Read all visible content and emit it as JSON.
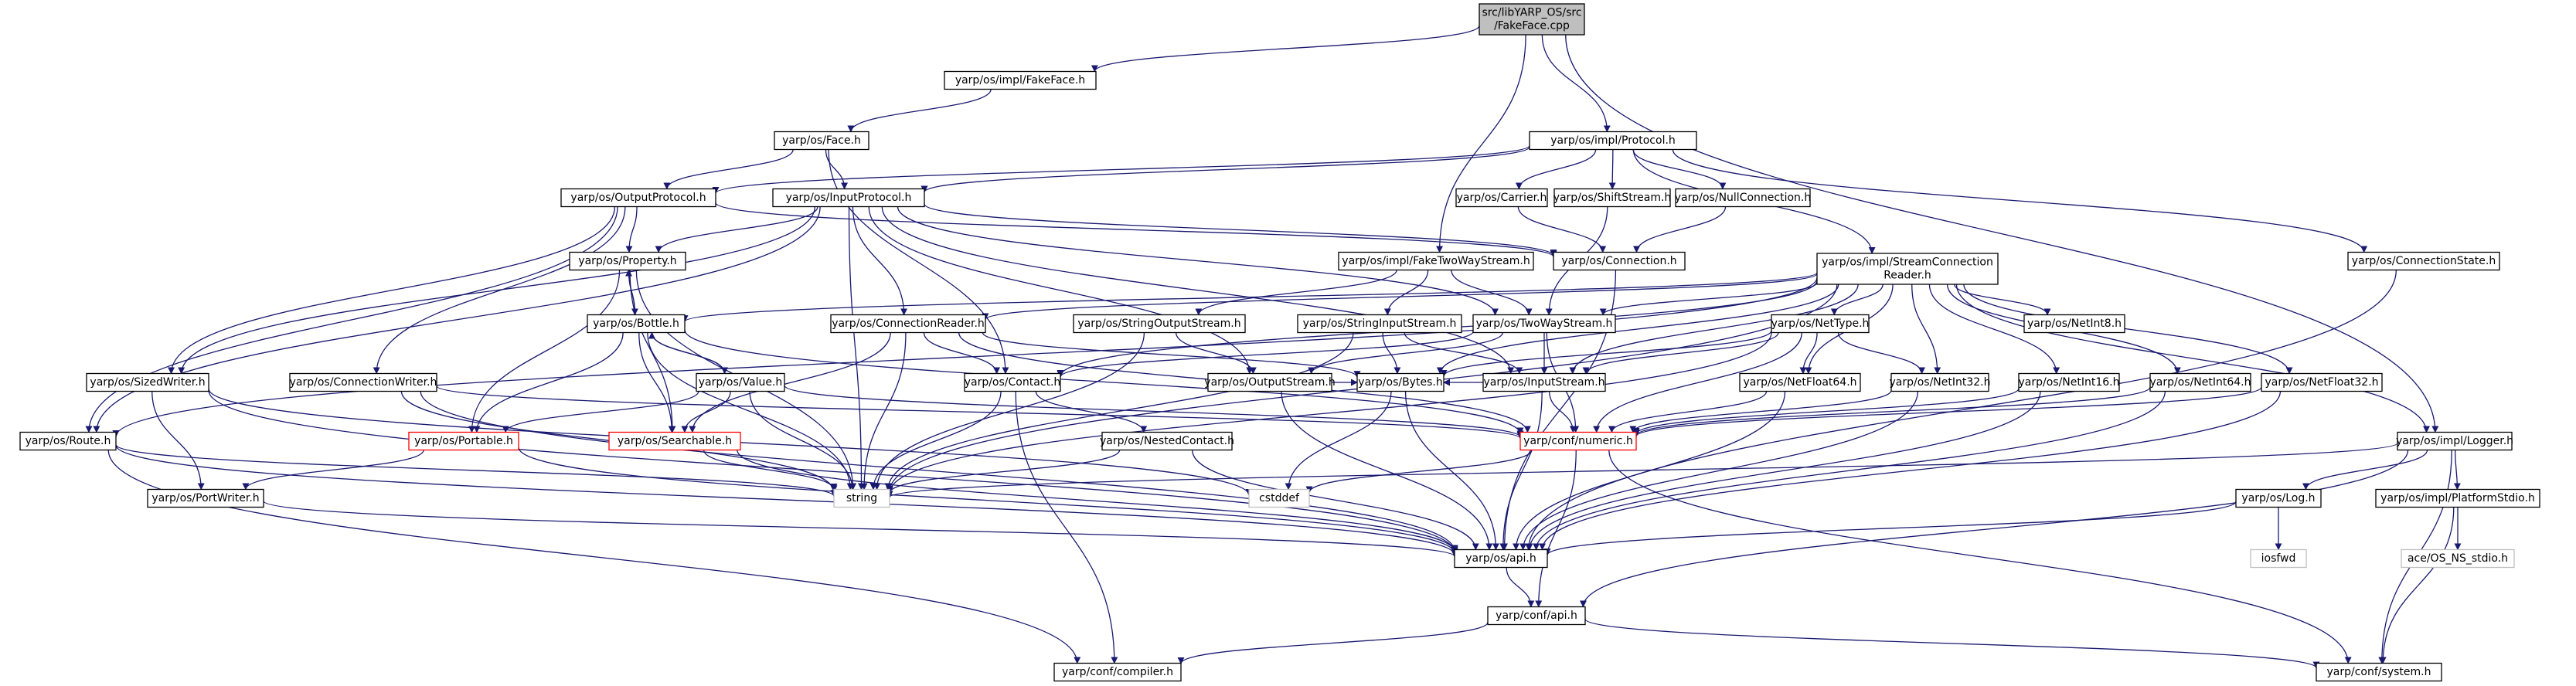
{
  "graph": {
    "edge_color": "#191970",
    "root_fill": "#bfbfbf",
    "nodes": [
      {
        "id": "root",
        "lines": [
          "src/libYARP_OS/src",
          "/FakeFace.cpp"
        ],
        "style": "root"
      },
      {
        "id": "fakeface",
        "lines": [
          "yarp/os/impl/FakeFace.h"
        ],
        "style": "normal"
      },
      {
        "id": "face",
        "lines": [
          "yarp/os/Face.h"
        ],
        "style": "normal"
      },
      {
        "id": "protocol",
        "lines": [
          "yarp/os/impl/Protocol.h"
        ],
        "style": "normal"
      },
      {
        "id": "outputprotocol",
        "lines": [
          "yarp/os/OutputProtocol.h"
        ],
        "style": "normal"
      },
      {
        "id": "inputprotocol",
        "lines": [
          "yarp/os/InputProtocol.h"
        ],
        "style": "normal"
      },
      {
        "id": "carrier",
        "lines": [
          "yarp/os/Carrier.h"
        ],
        "style": "normal"
      },
      {
        "id": "shiftstream",
        "lines": [
          "yarp/os/ShiftStream.h"
        ],
        "style": "normal"
      },
      {
        "id": "nullconnection",
        "lines": [
          "yarp/os/NullConnection.h"
        ],
        "style": "normal"
      },
      {
        "id": "connection",
        "lines": [
          "yarp/os/Connection.h"
        ],
        "style": "normal"
      },
      {
        "id": "property",
        "lines": [
          "yarp/os/Property.h"
        ],
        "style": "normal"
      },
      {
        "id": "faketwoway",
        "lines": [
          "yarp/os/impl/FakeTwoWayStream.h"
        ],
        "style": "normal"
      },
      {
        "id": "streamconnreader",
        "lines": [
          "yarp/os/impl/StreamConnection",
          "Reader.h"
        ],
        "style": "normal"
      },
      {
        "id": "connectionstate",
        "lines": [
          "yarp/os/ConnectionState.h"
        ],
        "style": "normal"
      },
      {
        "id": "bottle",
        "lines": [
          "yarp/os/Bottle.h"
        ],
        "style": "normal"
      },
      {
        "id": "connectionreader",
        "lines": [
          "yarp/os/ConnectionReader.h"
        ],
        "style": "normal"
      },
      {
        "id": "stringoutputstream",
        "lines": [
          "yarp/os/StringOutputStream.h"
        ],
        "style": "normal"
      },
      {
        "id": "stringinputstream",
        "lines": [
          "yarp/os/StringInputStream.h"
        ],
        "style": "normal"
      },
      {
        "id": "twowaystream",
        "lines": [
          "yarp/os/TwoWayStream.h"
        ],
        "style": "normal"
      },
      {
        "id": "nettype",
        "lines": [
          "yarp/os/NetType.h"
        ],
        "style": "normal"
      },
      {
        "id": "netint8",
        "lines": [
          "yarp/os/NetInt8.h"
        ],
        "style": "normal"
      },
      {
        "id": "sizedwriter",
        "lines": [
          "yarp/os/SizedWriter.h"
        ],
        "style": "normal"
      },
      {
        "id": "connectionwriter",
        "lines": [
          "yarp/os/ConnectionWriter.h"
        ],
        "style": "normal"
      },
      {
        "id": "value",
        "lines": [
          "yarp/os/Value.h"
        ],
        "style": "normal"
      },
      {
        "id": "contact",
        "lines": [
          "yarp/os/Contact.h"
        ],
        "style": "normal"
      },
      {
        "id": "outputstream",
        "lines": [
          "yarp/os/OutputStream.h"
        ],
        "style": "normal"
      },
      {
        "id": "bytes",
        "lines": [
          "yarp/os/Bytes.h"
        ],
        "style": "normal"
      },
      {
        "id": "inputstream",
        "lines": [
          "yarp/os/InputStream.h"
        ],
        "style": "normal"
      },
      {
        "id": "netfloat64",
        "lines": [
          "yarp/os/NetFloat64.h"
        ],
        "style": "normal"
      },
      {
        "id": "netint32",
        "lines": [
          "yarp/os/NetInt32.h"
        ],
        "style": "normal"
      },
      {
        "id": "netint16",
        "lines": [
          "yarp/os/NetInt16.h"
        ],
        "style": "normal"
      },
      {
        "id": "netint64",
        "lines": [
          "yarp/os/NetInt64.h"
        ],
        "style": "normal"
      },
      {
        "id": "netfloat32",
        "lines": [
          "yarp/os/NetFloat32.h"
        ],
        "style": "normal"
      },
      {
        "id": "route",
        "lines": [
          "yarp/os/Route.h"
        ],
        "style": "normal"
      },
      {
        "id": "portable",
        "lines": [
          "yarp/os/Portable.h"
        ],
        "style": "red"
      },
      {
        "id": "searchable",
        "lines": [
          "yarp/os/Searchable.h"
        ],
        "style": "red"
      },
      {
        "id": "nestedcontact",
        "lines": [
          "yarp/os/NestedContact.h"
        ],
        "style": "normal"
      },
      {
        "id": "confnumeric",
        "lines": [
          "yarp/conf/numeric.h"
        ],
        "style": "red"
      },
      {
        "id": "logger",
        "lines": [
          "yarp/os/impl/Logger.h"
        ],
        "style": "normal"
      },
      {
        "id": "portwriter",
        "lines": [
          "yarp/os/PortWriter.h"
        ],
        "style": "normal"
      },
      {
        "id": "string",
        "lines": [
          "string"
        ],
        "style": "gray"
      },
      {
        "id": "cstddef",
        "lines": [
          "cstddef"
        ],
        "style": "gray"
      },
      {
        "id": "log",
        "lines": [
          "yarp/os/Log.h"
        ],
        "style": "normal"
      },
      {
        "id": "platformstdio",
        "lines": [
          "yarp/os/impl/PlatformStdio.h"
        ],
        "style": "normal"
      },
      {
        "id": "api",
        "lines": [
          "yarp/os/api.h"
        ],
        "style": "normal"
      },
      {
        "id": "iosfwd",
        "lines": [
          "iosfwd"
        ],
        "style": "gray"
      },
      {
        "id": "acestdio",
        "lines": [
          "ace/OS_NS_stdio.h"
        ],
        "style": "gray"
      },
      {
        "id": "confapi",
        "lines": [
          "yarp/conf/api.h"
        ],
        "style": "normal"
      },
      {
        "id": "confcompiler",
        "lines": [
          "yarp/conf/compiler.h"
        ],
        "style": "normal"
      },
      {
        "id": "confsystem",
        "lines": [
          "yarp/conf/system.h"
        ],
        "style": "normal"
      }
    ],
    "edges": [
      [
        "root",
        "fakeface"
      ],
      [
        "root",
        "faketwoway"
      ],
      [
        "root",
        "protocol"
      ],
      [
        "root",
        "logger"
      ],
      [
        "fakeface",
        "face"
      ],
      [
        "face",
        "outputprotocol"
      ],
      [
        "face",
        "inputprotocol"
      ],
      [
        "face",
        "contact"
      ],
      [
        "protocol",
        "outputprotocol"
      ],
      [
        "protocol",
        "inputprotocol"
      ],
      [
        "protocol",
        "carrier"
      ],
      [
        "protocol",
        "shiftstream"
      ],
      [
        "protocol",
        "nullconnection"
      ],
      [
        "protocol",
        "streamconnreader"
      ],
      [
        "protocol",
        "connectionstate"
      ],
      [
        "outputprotocol",
        "connection"
      ],
      [
        "outputprotocol",
        "property"
      ],
      [
        "outputprotocol",
        "sizedwriter"
      ],
      [
        "outputprotocol",
        "connectionwriter"
      ],
      [
        "outputprotocol",
        "route"
      ],
      [
        "inputprotocol",
        "connection"
      ],
      [
        "inputprotocol",
        "property"
      ],
      [
        "inputprotocol",
        "connectionreader"
      ],
      [
        "inputprotocol",
        "sizedwriter"
      ],
      [
        "inputprotocol",
        "route"
      ],
      [
        "inputprotocol",
        "string"
      ],
      [
        "inputprotocol",
        "inputstream"
      ],
      [
        "inputprotocol",
        "outputstream"
      ],
      [
        "inputprotocol",
        "twowaystream"
      ],
      [
        "carrier",
        "connection"
      ],
      [
        "shiftstream",
        "twowaystream"
      ],
      [
        "nullconnection",
        "connection"
      ],
      [
        "connection",
        "api"
      ],
      [
        "property",
        "bottle"
      ],
      [
        "property",
        "portable"
      ],
      [
        "property",
        "searchable"
      ],
      [
        "property",
        "string"
      ],
      [
        "faketwoway",
        "twowaystream"
      ],
      [
        "faketwoway",
        "stringoutputstream"
      ],
      [
        "faketwoway",
        "stringinputstream"
      ],
      [
        "streamconnreader",
        "connectionreader"
      ],
      [
        "streamconnreader",
        "bottle"
      ],
      [
        "streamconnreader",
        "route"
      ],
      [
        "streamconnreader",
        "twowaystream"
      ],
      [
        "streamconnreader",
        "nettype"
      ],
      [
        "streamconnreader",
        "netint8"
      ],
      [
        "streamconnreader",
        "netint16"
      ],
      [
        "streamconnreader",
        "netint32"
      ],
      [
        "streamconnreader",
        "netint64"
      ],
      [
        "streamconnreader",
        "netfloat32"
      ],
      [
        "streamconnreader",
        "netfloat64"
      ],
      [
        "streamconnreader",
        "logger"
      ],
      [
        "streamconnreader",
        "bytes"
      ],
      [
        "streamconnreader",
        "inputstream"
      ],
      [
        "streamconnreader",
        "string"
      ],
      [
        "streamconnreader",
        "contact"
      ],
      [
        "connectionstate",
        "api"
      ],
      [
        "bottle",
        "property"
      ],
      [
        "bottle",
        "value"
      ],
      [
        "bottle",
        "portable"
      ],
      [
        "bottle",
        "searchable"
      ],
      [
        "bottle",
        "string"
      ],
      [
        "bottle",
        "confnumeric"
      ],
      [
        "connectionreader",
        "contact"
      ],
      [
        "connectionreader",
        "bytes"
      ],
      [
        "connectionreader",
        "searchable"
      ],
      [
        "connectionreader",
        "string"
      ],
      [
        "connectionreader",
        "confnumeric"
      ],
      [
        "stringoutputstream",
        "outputstream"
      ],
      [
        "stringoutputstream",
        "string"
      ],
      [
        "stringinputstream",
        "inputstream"
      ],
      [
        "stringinputstream",
        "bytes"
      ],
      [
        "stringinputstream",
        "string"
      ],
      [
        "twowaystream",
        "contact"
      ],
      [
        "twowaystream",
        "inputstream"
      ],
      [
        "twowaystream",
        "outputstream"
      ],
      [
        "twowaystream",
        "confnumeric"
      ],
      [
        "nettype",
        "bytes"
      ],
      [
        "nettype",
        "netfloat64"
      ],
      [
        "nettype",
        "netint32"
      ],
      [
        "nettype",
        "confnumeric"
      ],
      [
        "nettype",
        "string"
      ],
      [
        "nettype",
        "inputstream"
      ],
      [
        "sizedwriter",
        "portwriter"
      ],
      [
        "sizedwriter",
        "api"
      ],
      [
        "sizedwriter",
        "cstddef"
      ],
      [
        "connectionwriter",
        "string"
      ],
      [
        "connectionwriter",
        "api"
      ],
      [
        "connectionwriter",
        "confnumeric"
      ],
      [
        "value",
        "bottle"
      ],
      [
        "value",
        "portable"
      ],
      [
        "value",
        "searchable"
      ],
      [
        "value",
        "string"
      ],
      [
        "value",
        "confnumeric"
      ],
      [
        "contact",
        "nestedcontact"
      ],
      [
        "contact",
        "string"
      ],
      [
        "contact",
        "confcompiler"
      ],
      [
        "outputstream",
        "bytes"
      ],
      [
        "outputstream",
        "api"
      ],
      [
        "bytes",
        "cstddef"
      ],
      [
        "bytes",
        "api"
      ],
      [
        "inputstream",
        "bytes"
      ],
      [
        "inputstream",
        "api"
      ],
      [
        "inputstream",
        "confnumeric"
      ],
      [
        "netfloat64",
        "api"
      ],
      [
        "netfloat64",
        "confnumeric"
      ],
      [
        "netint32",
        "api"
      ],
      [
        "netint32",
        "confnumeric"
      ],
      [
        "netint16",
        "api"
      ],
      [
        "netint16",
        "confnumeric"
      ],
      [
        "netint64",
        "api"
      ],
      [
        "netint64",
        "confnumeric"
      ],
      [
        "netfloat32",
        "api"
      ],
      [
        "netfloat32",
        "confnumeric"
      ],
      [
        "route",
        "string"
      ],
      [
        "route",
        "api"
      ],
      [
        "route",
        "confcompiler"
      ],
      [
        "portable",
        "portwriter"
      ],
      [
        "portable",
        "api"
      ],
      [
        "searchable",
        "string"
      ],
      [
        "searchable",
        "api"
      ],
      [
        "nestedcontact",
        "string"
      ],
      [
        "nestedcontact",
        "api"
      ],
      [
        "confnumeric",
        "confapi"
      ],
      [
        "confnumeric",
        "cstddef"
      ],
      [
        "confnumeric",
        "confsystem"
      ],
      [
        "logger",
        "log"
      ],
      [
        "logger",
        "platformstdio"
      ],
      [
        "logger",
        "string"
      ],
      [
        "logger",
        "confapi"
      ],
      [
        "logger",
        "confsystem"
      ],
      [
        "portwriter",
        "api"
      ],
      [
        "log",
        "api"
      ],
      [
        "log",
        "iosfwd"
      ],
      [
        "platformstdio",
        "acestdio"
      ],
      [
        "platformstdio",
        "confsystem"
      ],
      [
        "api",
        "confapi"
      ],
      [
        "confapi",
        "confcompiler"
      ],
      [
        "confapi",
        "confsystem"
      ]
    ]
  }
}
